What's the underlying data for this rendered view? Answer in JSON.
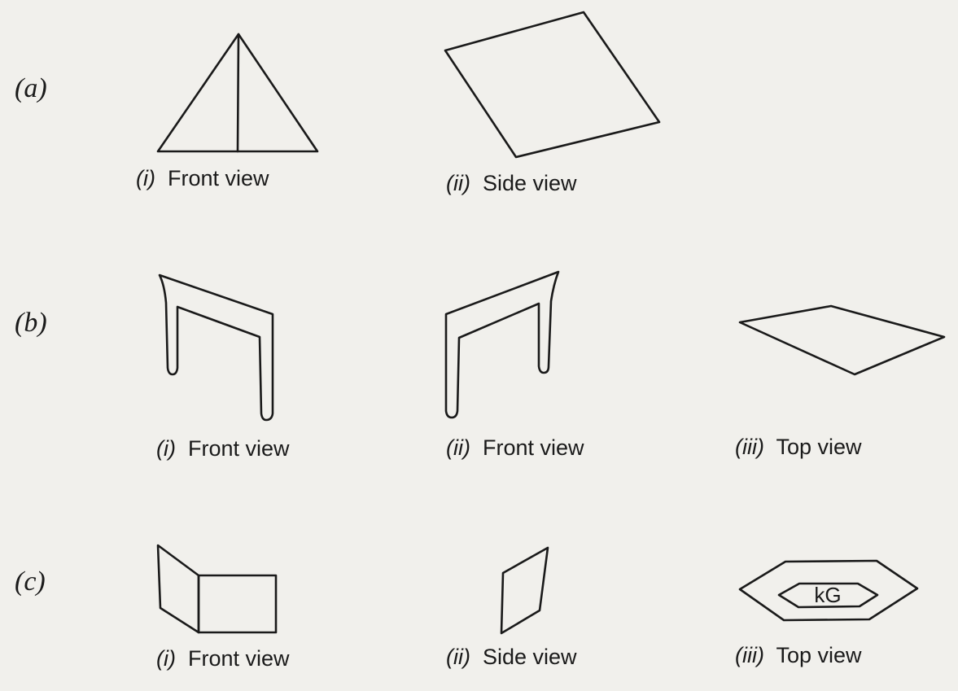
{
  "rows": [
    {
      "label": "(a)",
      "views": [
        {
          "num": "(i)",
          "text": "Front view"
        },
        {
          "num": "(ii)",
          "text": "Side view"
        }
      ]
    },
    {
      "label": "(b)",
      "views": [
        {
          "num": "(i)",
          "text": "Front view"
        },
        {
          "num": "(ii)",
          "text": "Front view"
        },
        {
          "num": "(iii)",
          "text": "Top view"
        }
      ]
    },
    {
      "label": "(c)",
      "views": [
        {
          "num": "(i)",
          "text": "Front view"
        },
        {
          "num": "(ii)",
          "text": "Side view"
        },
        {
          "num": "(iii)",
          "text": "Top view"
        }
      ]
    }
  ],
  "top_view_text": "kG"
}
